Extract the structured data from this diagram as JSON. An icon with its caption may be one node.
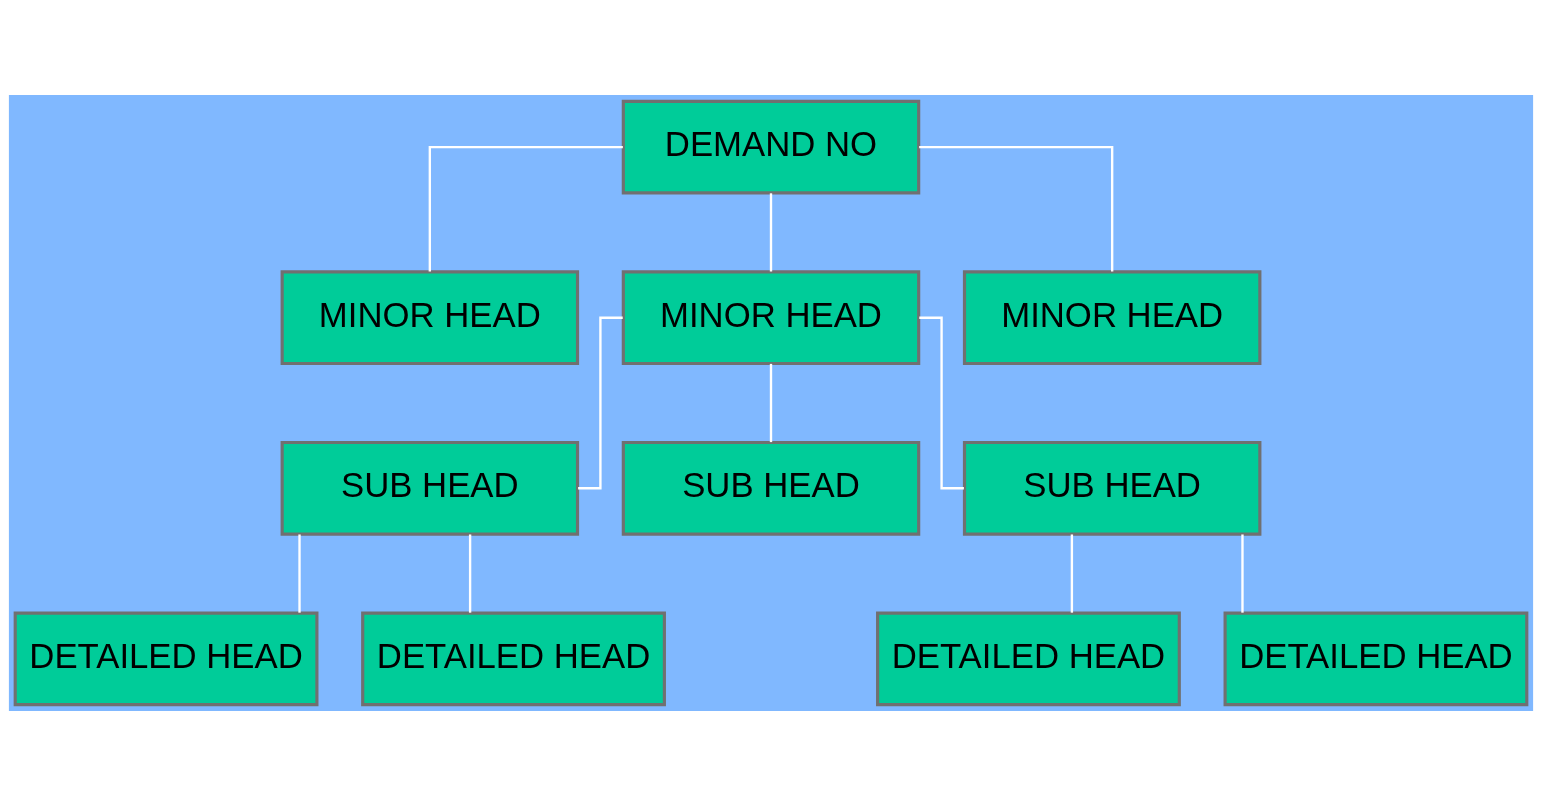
{
  "diagram": {
    "nodes": [
      {
        "text": [
          "DEMAND NO"
        ]
      },
      {
        "text": [
          "MINOR HEAD"
        ]
      },
      {
        "text": [
          "MINOR HEAD"
        ]
      },
      {
        "text": [
          "MINOR HEAD"
        ]
      },
      {
        "text": [
          "SUB HEAD"
        ]
      },
      {
        "text": [
          "SUB HEAD"
        ]
      },
      {
        "text": [
          "SUB HEAD"
        ]
      },
      {
        "text": [
          "DETAILED HEAD"
        ]
      },
      {
        "text": [
          "DETAILED HEAD"
        ]
      },
      {
        "text": [
          "DETAILED HEAD"
        ]
      },
      {
        "text": [
          "DETAILED HEAD"
        ]
      }
    ],
    "edges": [
      {
        "from": 0,
        "to": 1,
        "arrow": "none"
      },
      {
        "from": 0,
        "to": 2,
        "arrow": "none"
      },
      {
        "from": 0,
        "to": 3,
        "arrow": "none"
      },
      {
        "from": 2,
        "to": 4,
        "arrow": "none"
      },
      {
        "from": 2,
        "to": 5,
        "arrow": "none"
      },
      {
        "from": 2,
        "to": 6,
        "arrow": "none"
      },
      {
        "from": 4,
        "to": 7,
        "arrow": "none"
      },
      {
        "from": 4,
        "to": 8,
        "arrow": "none"
      },
      {
        "from": 6,
        "to": 9,
        "arrow": "none"
      },
      {
        "from": 6,
        "to": 10,
        "arrow": "none"
      }
    ]
  }
}
